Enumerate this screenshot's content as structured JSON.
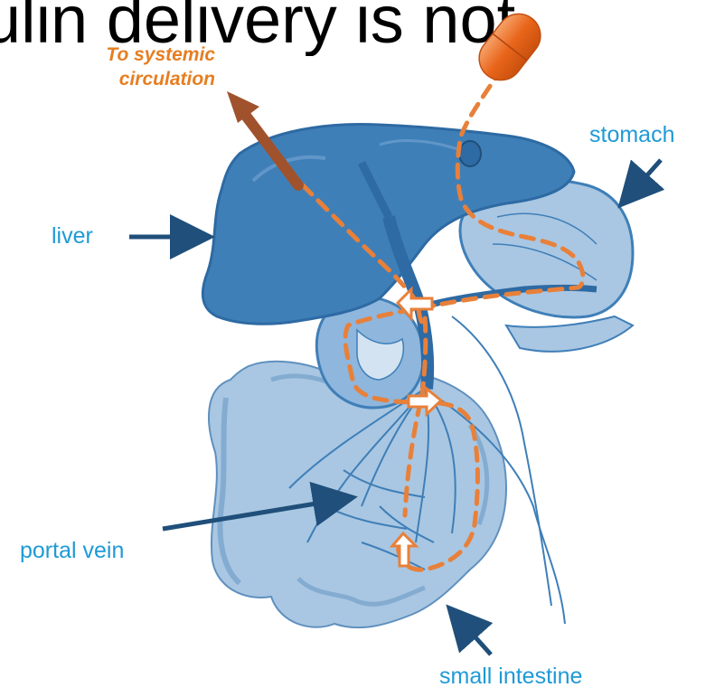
{
  "heading": "ulin delivery is not.",
  "labels": {
    "systemic": [
      "To systemic",
      "circulation"
    ],
    "liver": "liver",
    "stomach": "stomach",
    "portal_vein": "portal vein",
    "small_intestine": "small intestine"
  },
  "colors": {
    "organ_fill": "#3f7fb8",
    "organ_light": "#a9c7e2",
    "path_orange": "#e8803a",
    "label_blue": "#1f9ad6",
    "arrow_navy": "#1f4f7a"
  }
}
